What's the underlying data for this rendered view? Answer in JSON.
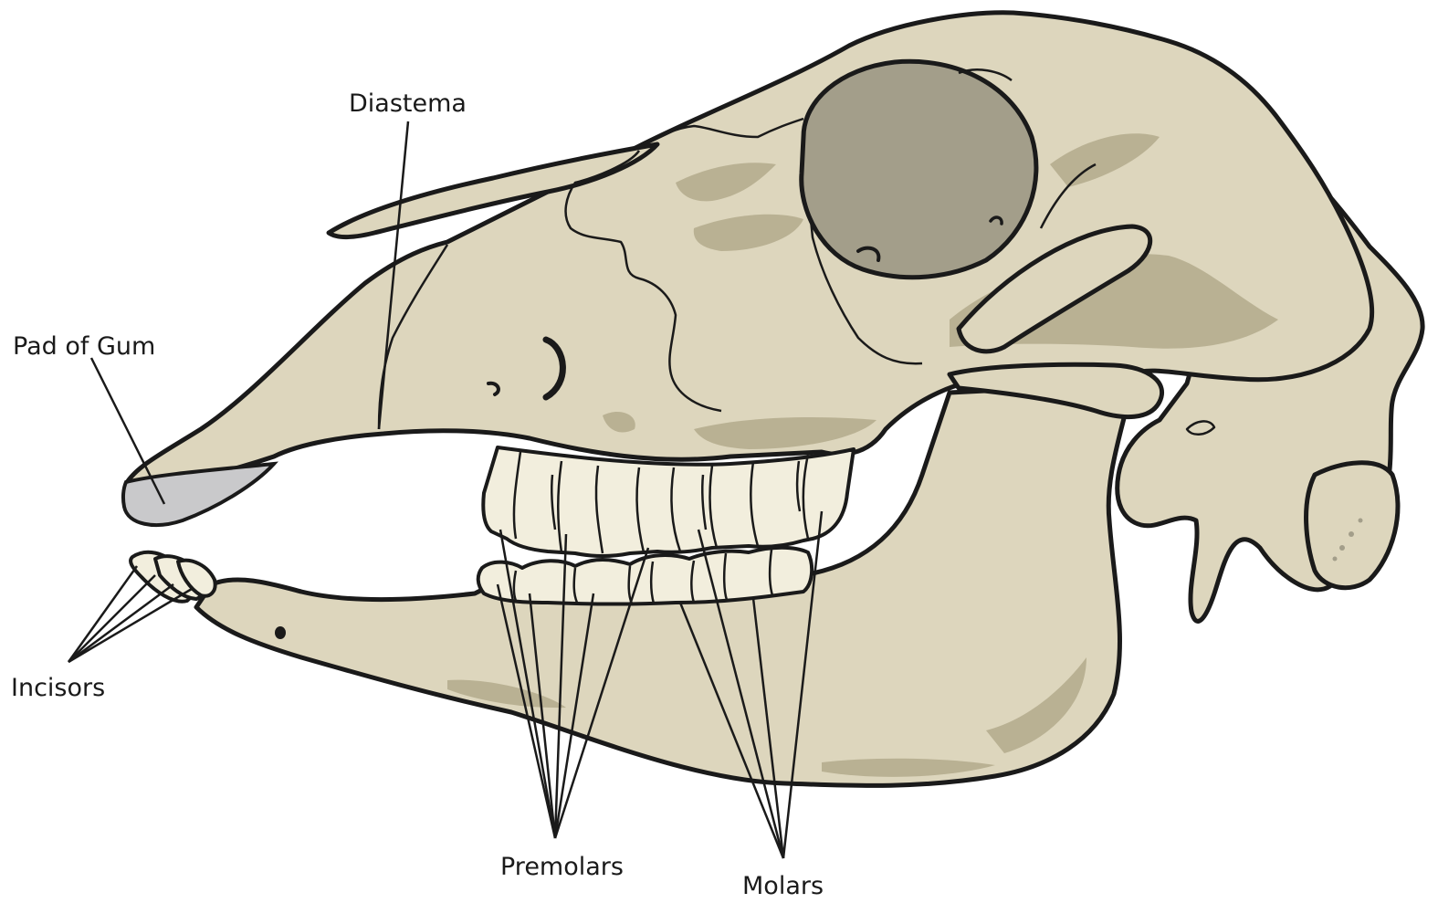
{
  "labels": {
    "diastema": "Diastema",
    "pad_of_gum": "Pad of Gum",
    "incisors": "Incisors",
    "premolars": "Premolars",
    "molars": "Molars"
  },
  "colors": {
    "bone": "#ddd6bd",
    "bone_shadow": "#b9b193",
    "orbit": "#a39e8a",
    "teeth": "#f2eedd",
    "gum_pad": "#c9c9cb",
    "outline": "#1a1a1a"
  }
}
